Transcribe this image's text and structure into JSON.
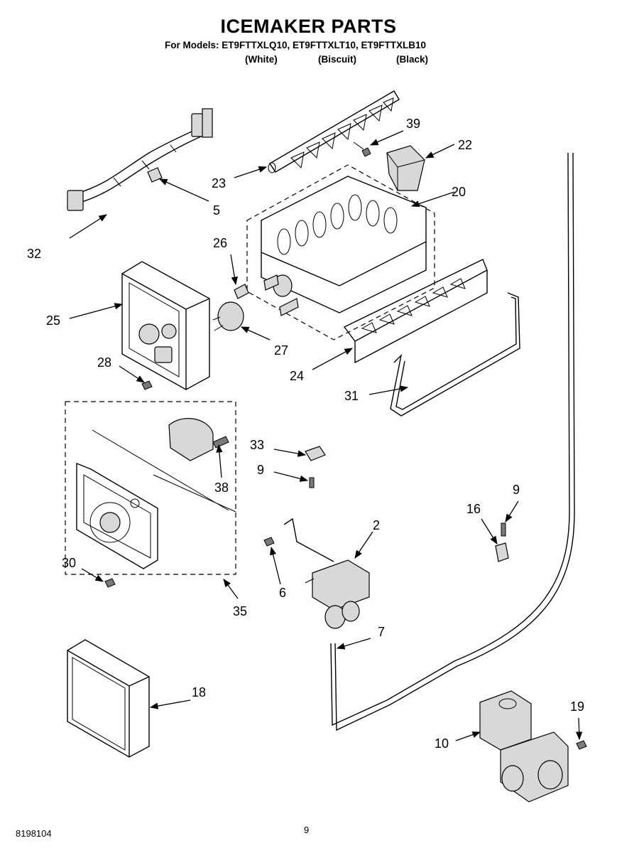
{
  "header": {
    "title": "ICEMAKER PARTS",
    "models_line": "For Models: ET9FTTXLQ10, ET9FTTXLT10, ET9FTTXLB10",
    "color_white": "(White)",
    "color_biscuit": "(Biscuit)",
    "color_black": "(Black)"
  },
  "callouts": {
    "c2": "2",
    "c5": "5",
    "c6": "6",
    "c7": "7",
    "c9a": "9",
    "c9b": "9",
    "c10": "10",
    "c16": "16",
    "c18": "18",
    "c19": "19",
    "c20": "20",
    "c22": "22",
    "c23": "23",
    "c24": "24",
    "c25": "25",
    "c26": "26",
    "c27": "27",
    "c28": "28",
    "c30": "30",
    "c31": "31",
    "c32": "32",
    "c33": "33",
    "c35": "35",
    "c38": "38",
    "c39": "39"
  },
  "footer": {
    "doc_number": "8198104",
    "page_number": "9"
  }
}
